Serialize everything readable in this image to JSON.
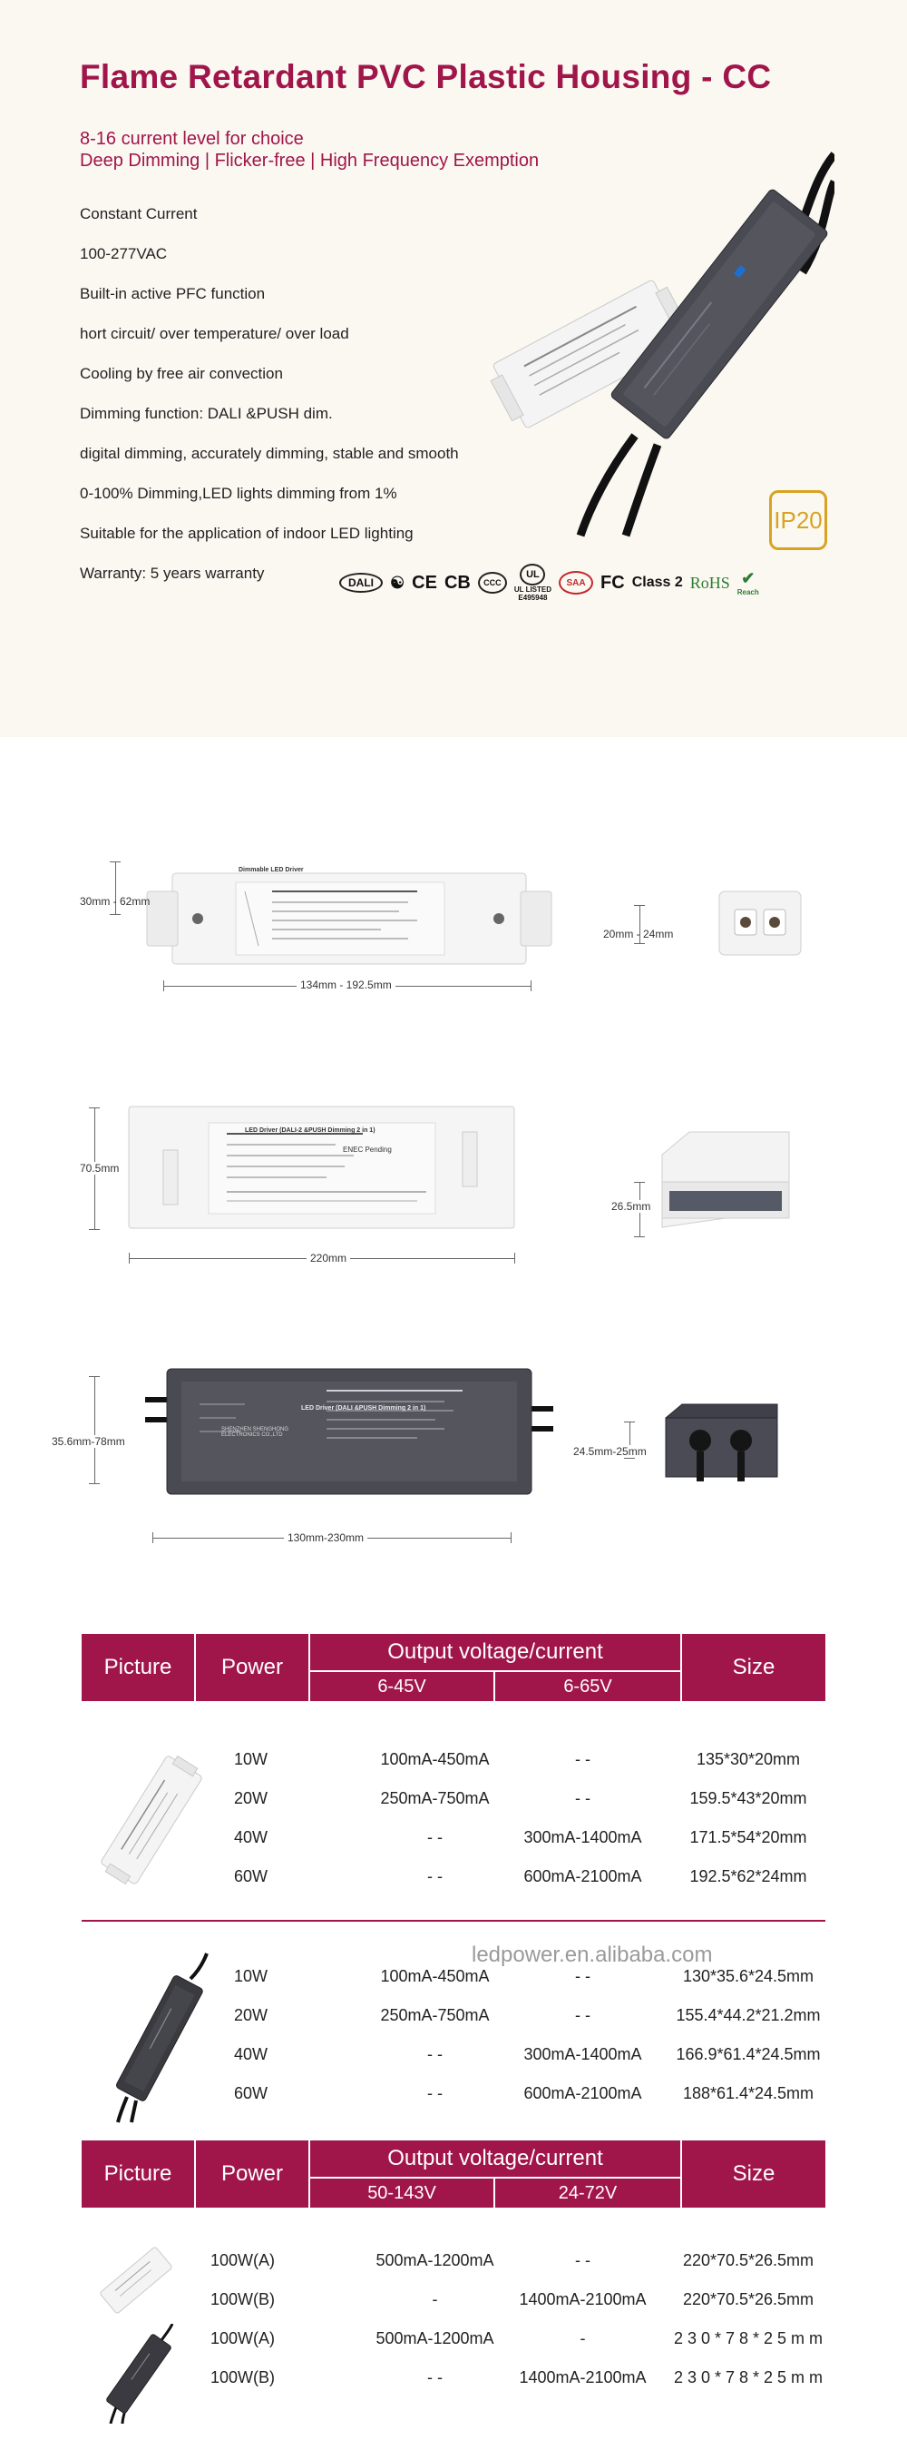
{
  "hero": {
    "title": "Flame Retardant PVC Plastic Housing - CC",
    "subtitle1": "8-16 current level for choice",
    "subtitle2": "Deep Dimming | Flicker-free | High Frequency Exemption",
    "features": [
      "Constant Current",
      "100-277VAC",
      "Built-in active PFC function",
      "hort circuit/ over temperature/ over load",
      "Cooling by free air convection",
      "Dimming function: DALI &PUSH dim.",
      "digital dimming, accurately dimming, stable and smooth",
      "0-100% Dimming,LED lights dimming from 1%",
      "Suitable for the application of indoor LED lighting",
      "Warranty: 5 years warranty"
    ],
    "ip_badge": "IP20",
    "certs": [
      "DALI",
      "CE",
      "CB",
      "CCC",
      "UL LISTED",
      "E495948",
      "SAA",
      "FC",
      "Class 2",
      "RoHS",
      "Reach"
    ]
  },
  "dimensions": {
    "d1_height": "30mm - 62mm",
    "d1_width": "134mm - 192.5mm",
    "d1_side": "20mm - 24mm",
    "d2_height": "70.5mm",
    "d2_width": "220mm",
    "d2_side": "26.5mm",
    "d3_height": "35.6mm-78mm",
    "d3_width": "130mm-230mm",
    "d3_side": "24.5mm-25mm",
    "watermark": "ledpower.en.alibaba.com",
    "label_text_1": "Dimmable LED Driver",
    "label_text_2": "LED Driver (DALI-2 &PUSH Dimming 2 in 1)",
    "label_text_3": "LED Driver (DALI &PUSH Dimming 2 in 1)",
    "label_text_4": "ENEC Pending",
    "label_text_5": "SHENZHEN SHENGHONG ELECTRONICS CO.,LTD"
  },
  "table1": {
    "header": {
      "picture": "Picture",
      "power": "Power",
      "output": "Output voltage/current",
      "range1": "6-45V",
      "range2": "6-65V",
      "size": "Size"
    },
    "group1": [
      {
        "power": "10W",
        "v1": "100mA-450mA",
        "v2": "- -",
        "size": "135*30*20mm"
      },
      {
        "power": "20W",
        "v1": "250mA-750mA",
        "v2": "- -",
        "size": "159.5*43*20mm"
      },
      {
        "power": "40W",
        "v1": "- -",
        "v2": "300mA-1400mA",
        "size": "171.5*54*20mm"
      },
      {
        "power": "60W",
        "v1": "- -",
        "v2": "600mA-2100mA",
        "size": "192.5*62*24mm"
      }
    ],
    "group2": [
      {
        "power": "10W",
        "v1": "100mA-450mA",
        "v2": "- -",
        "size": "130*35.6*24.5mm"
      },
      {
        "power": "20W",
        "v1": "250mA-750mA",
        "v2": "- -",
        "size": "155.4*44.2*21.2mm"
      },
      {
        "power": "40W",
        "v1": "- -",
        "v2": "300mA-1400mA",
        "size": "166.9*61.4*24.5mm"
      },
      {
        "power": "60W",
        "v1": "- -",
        "v2": "600mA-2100mA",
        "size": "188*61.4*24.5mm"
      }
    ]
  },
  "table2": {
    "header": {
      "picture": "Picture",
      "power": "Power",
      "output": "Output voltage/current",
      "range1": "50-143V",
      "range2": "24-72V",
      "size": "Size"
    },
    "rows": [
      {
        "power": "100W(A)",
        "v1": "500mA-1200mA",
        "v2": "- -",
        "size": "220*70.5*26.5mm"
      },
      {
        "power": "100W(B)",
        "v1": "-",
        "v2": "1400mA-2100mA",
        "size": "220*70.5*26.5mm"
      },
      {
        "power": "100W(A)",
        "v1": "500mA-1200mA",
        "v2": "-",
        "size": "2 3 0 * 7 8 * 2 5 m m"
      },
      {
        "power": "100W(B)",
        "v1": "- -",
        "v2": "1400mA-2100mA",
        "size": "2 3 0 * 7 8 * 2 5 m m"
      }
    ]
  },
  "colors": {
    "brand": "#a0154a",
    "hero_bg": "#fbf8f2",
    "housing_dark": "#4a4a52",
    "housing_white": "#f2f2f2"
  }
}
